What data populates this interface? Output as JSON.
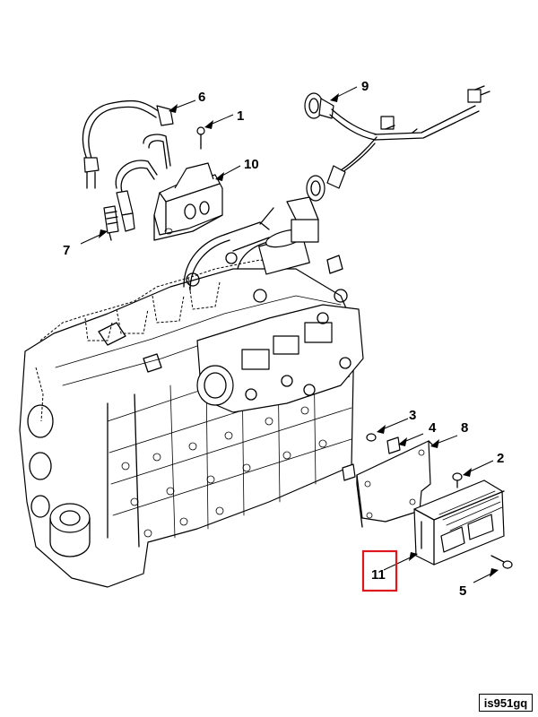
{
  "diagram": {
    "callouts": [
      {
        "id": "1",
        "label": "1"
      },
      {
        "id": "2",
        "label": "2"
      },
      {
        "id": "3",
        "label": "3"
      },
      {
        "id": "4",
        "label": "4"
      },
      {
        "id": "5",
        "label": "5"
      },
      {
        "id": "6",
        "label": "6"
      },
      {
        "id": "7",
        "label": "7"
      },
      {
        "id": "8",
        "label": "8"
      },
      {
        "id": "9",
        "label": "9"
      },
      {
        "id": "10",
        "label": "10"
      },
      {
        "id": "11",
        "label": "11"
      }
    ],
    "highlight_color": "#e0161e",
    "highlighted_callout": "11",
    "figure_code": "is951gq"
  }
}
